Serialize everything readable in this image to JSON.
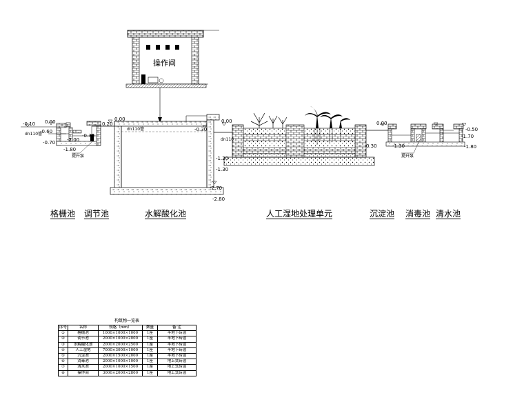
{
  "building": {
    "title": "操作间"
  },
  "labels": {
    "screen_pool": "格栅池",
    "regulating_pool": "调节池",
    "hydrolysis_pool": "水解酸化池",
    "wetland_unit": "人工湿地处理单元",
    "settling_pool": "沉淀池",
    "disinfection_pool": "消毒池",
    "clear_water_pool": "清水池"
  },
  "annotations": {
    "lift_pump_left": "提升泵",
    "lift_pump_right": "提升泵",
    "pipe_left": "dn110管",
    "pipe_mid": "dn110管",
    "pipe_right": "dn110"
  },
  "elevations": {
    "e1": "-0.10",
    "e2": "0.00",
    "e3": "-0.60",
    "e4": "-0.70",
    "e5": "-0.30",
    "e6": "-2.00",
    "e7": "-1.80",
    "e8": "0.20",
    "e9": "0.00",
    "e10": "-0.30",
    "e11": "-2.70",
    "e12": "-2.80",
    "e13": "0.00",
    "e14": "-1.20",
    "e15": "-1.30",
    "e16": "0.30",
    "e17": "-1.30",
    "e18": "0.00",
    "e19": "-0.50",
    "e20": "-1.70",
    "e21": "-1.80"
  },
  "table": {
    "title": "构筑物一览表",
    "headers": [
      "序号",
      "名称",
      "规格（mm）",
      "数量",
      "备 注"
    ],
    "rows": [
      [
        "①",
        "格栅池",
        "1000×1000×1000",
        "1座",
        "半地下砖混"
      ],
      [
        "②",
        "调节池",
        "2000×1000×2000",
        "1座",
        "半地下砖混"
      ],
      [
        "③",
        "水解酸化池",
        "2000×2000×2500",
        "1座",
        "半地下砖混"
      ],
      [
        "④",
        "人工湿地",
        "7000×3000×1000",
        "1座",
        "半地下砖混"
      ],
      [
        "⑤",
        "沉淀池",
        "2000×1500×2000",
        "1座",
        "半地下砖混"
      ],
      [
        "⑥",
        "消毒池",
        "2000×1000×1000",
        "1座",
        "地上式砖混"
      ],
      [
        "⑦",
        "清水池",
        "2000×1000×1500",
        "1座",
        "地上式砖混"
      ],
      [
        "⑧",
        "操作间",
        "3000×2000×2800",
        "1座",
        "地上式砖混"
      ]
    ]
  }
}
